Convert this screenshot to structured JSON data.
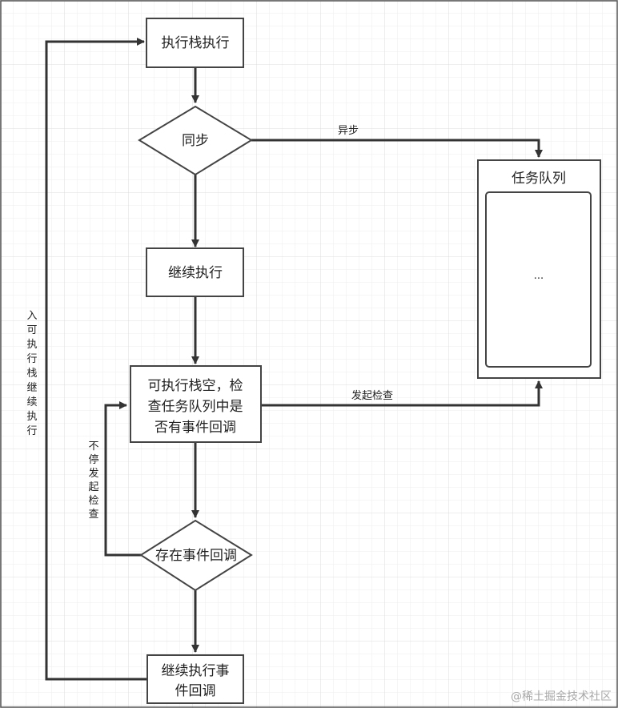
{
  "nodes": {
    "exec_stack": "执行栈执行",
    "sync": "同步",
    "continue_exec": "继续执行",
    "check_lines": [
      "可执行栈空，检",
      "查任务队列中是",
      "否有事件回调"
    ],
    "has_callback": "存在事件回调",
    "continue_callback_lines": [
      "继续执行事",
      "件回调"
    ],
    "task_queue_title": "任务队列",
    "task_queue_ellipsis": "···"
  },
  "edges": {
    "async": "异步",
    "initiate_check": "发起检查",
    "keep_checking": [
      "不",
      "停",
      "发",
      "起",
      "检",
      "查"
    ],
    "enter_stack": [
      "入",
      "可",
      "执",
      "行",
      "栈",
      "继",
      "续",
      "执",
      "行"
    ]
  },
  "watermark": "@稀土掘金技术社区",
  "colors": {
    "line": "#333333",
    "box_stroke": "#444444",
    "grid_minor": "#ececec",
    "grid_major": "#dcdcdc",
    "frame": "#555555"
  }
}
